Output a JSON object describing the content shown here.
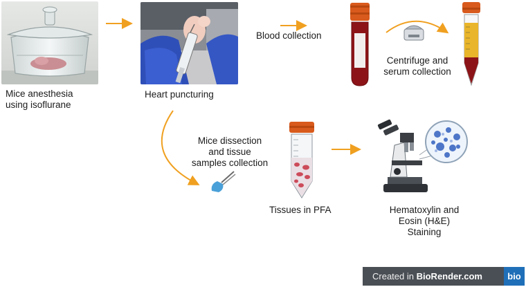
{
  "steps": {
    "anesthesia": {
      "line1": "Mice anesthesia",
      "line2": "using isoflurane"
    },
    "heart": {
      "label": "Heart puncturing"
    },
    "blood": {
      "label": "Blood collection"
    },
    "centrifuge": {
      "line1": "Centrifuge and",
      "line2": "serum collection"
    },
    "dissection": {
      "line1": "Mice dissection",
      "line2": "and tissue",
      "line3": "samples collection"
    },
    "tissues": {
      "label": "Tissues in PFA"
    },
    "staining": {
      "line1": "Hematoxylin and",
      "line2": "Eosin (H&E)",
      "line3": "Staining"
    }
  },
  "banner": {
    "prefix": "Created in",
    "brand": "BioRender.com",
    "logo": "bio"
  },
  "colors": {
    "arrow": "#f0a020",
    "tube_cap": "#d85a1c",
    "blood": "#8c1418",
    "serum": "#e9b52a",
    "banner_bg": "#4a4f55",
    "logo_bg": "#1f6fb8"
  },
  "icons": [
    "desiccator-photo",
    "syringe-photo",
    "blood-tube-icon",
    "centrifuge-icon",
    "serum-tube-icon",
    "forceps-icon",
    "pfa-tube-icon",
    "microscope-icon",
    "tissue-magnifier-icon"
  ]
}
